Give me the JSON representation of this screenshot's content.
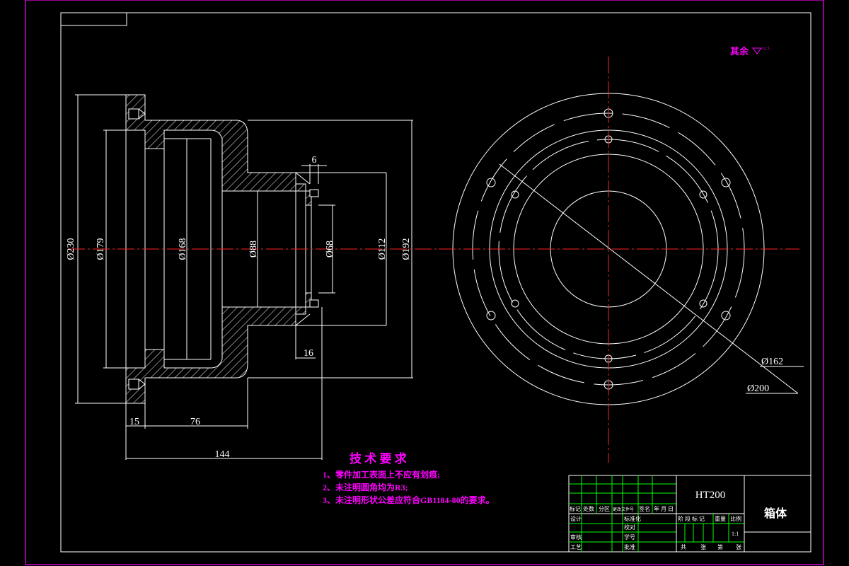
{
  "drawing": {
    "roughness_note": "其余",
    "roughness_value": "12.5",
    "dimensions": {
      "d230": "Ø230",
      "d179": "Ø179",
      "d168": "Ø168",
      "d88": "Ø88",
      "d68": "Ø68",
      "d112": "Ø112",
      "d192": "Ø192",
      "w6": "6",
      "w16": "16",
      "l15": "15",
      "l76": "76",
      "l144": "144",
      "d162": "Ø162",
      "d200": "Ø200"
    },
    "tech_requirements": {
      "title": "技 术 要 求",
      "items": [
        "1、零件加工表面上不应有划痕;",
        "2、未注明圆角均为R3;",
        "3、未注明形状公差应符合GB1184-80的要求。"
      ]
    }
  },
  "title_block": {
    "material": "HT200",
    "part_name": "箱体",
    "rev_labels": [
      "标记",
      "处数",
      "分区",
      "更改文件号",
      "签名",
      "年 月 日"
    ],
    "left_labels": [
      "设计",
      "审核",
      "工艺"
    ],
    "mid_labels": [
      "标准化",
      "校对",
      "学号",
      "批准"
    ],
    "stage_labels": [
      "阶 段 标 记",
      "重量",
      "比例"
    ],
    "scale": "1:1",
    "sheet_labels": [
      "共",
      "张",
      "第",
      "张"
    ]
  },
  "colors": {
    "line": "#ffffff",
    "center": "#ff2020",
    "magenta": "#ff00ff",
    "title_grid": "#00ff00",
    "hatch": "#ffffff"
  }
}
